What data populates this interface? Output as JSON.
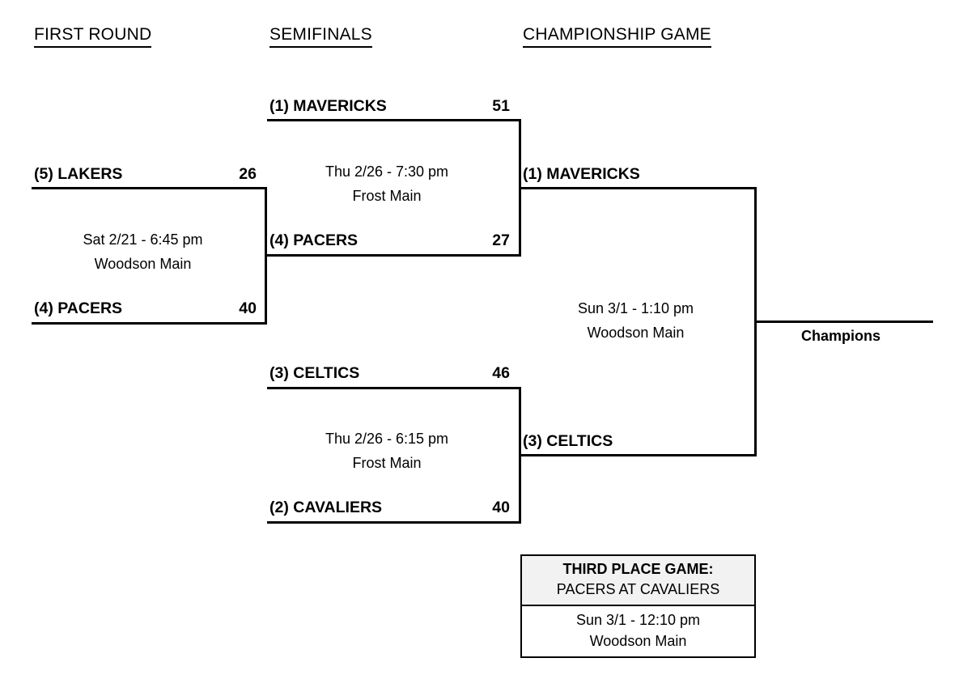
{
  "headers": {
    "first_round": "FIRST ROUND",
    "semifinals": "SEMIFINALS",
    "championship": "CHAMPIONSHIP GAME"
  },
  "first_round": {
    "game1": {
      "top_team": "(5) LAKERS",
      "top_score": "26",
      "bottom_team": "(4) PACERS",
      "bottom_score": "40",
      "datetime": "Sat 2/21 - 6:45 pm",
      "venue": "Woodson Main"
    }
  },
  "semifinals": {
    "game1": {
      "top_team": "(1) MAVERICKS",
      "top_score": "51",
      "bottom_team": "(4) PACERS",
      "bottom_score": "27",
      "datetime": "Thu 2/26 - 7:30 pm",
      "venue": "Frost Main"
    },
    "game2": {
      "top_team": "(3) CELTICS",
      "top_score": "46",
      "bottom_team": "(2) CAVALIERS",
      "bottom_score": "40",
      "datetime": "Thu 2/26 - 6:15 pm",
      "venue": "Frost Main"
    }
  },
  "championship": {
    "top_team": "(1) MAVERICKS",
    "bottom_team": "(3) CELTICS",
    "datetime": "Sun 3/1 -  1:10 pm",
    "venue": "Woodson Main",
    "champions_label": "Champions"
  },
  "third_place": {
    "title": "THIRD PLACE GAME:",
    "matchup": "PACERS AT CAVALIERS",
    "datetime": "Sun 3/1 - 12:10 pm",
    "venue": "Woodson Main"
  },
  "colors": {
    "line": "#000000",
    "third_place_header_bg": "#f2f2f2",
    "background": "#ffffff"
  }
}
